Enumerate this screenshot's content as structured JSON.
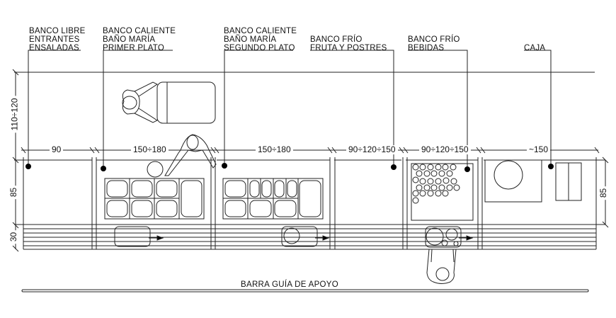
{
  "drawing": {
    "stations": [
      {
        "label_lines": [
          "BANCO LIBRE",
          "ENTRANTES",
          "ENSALADAS"
        ],
        "width_dim": "90"
      },
      {
        "label_lines": [
          "BANCO CALIENTE",
          "BAÑO MARÍA",
          "PRIMER PLATO"
        ],
        "width_dim": "150÷180"
      },
      {
        "label_lines": [
          "BANCO CALIENTE",
          "BAÑO MARÍA",
          "SEGUNDO PLATO"
        ],
        "width_dim": "150÷180"
      },
      {
        "label_lines": [
          "BANCO FRÍO",
          "FRUTA Y POSTRES"
        ],
        "width_dim": "90÷120÷150"
      },
      {
        "label_lines": [
          "BANCO FRÍO",
          "BEBIDAS"
        ],
        "width_dim": "90÷120÷150"
      },
      {
        "label_lines": [
          "CAJA"
        ],
        "width_dim": "~150"
      }
    ],
    "vertical_dims": {
      "aisle": "110÷120",
      "counter_left": "85",
      "tray_rail": "30",
      "counter_right": "85"
    },
    "caption": "BARRA GUÍA DE APOYO",
    "colors": {
      "line": "#222222",
      "background": "#ffffff"
    }
  }
}
